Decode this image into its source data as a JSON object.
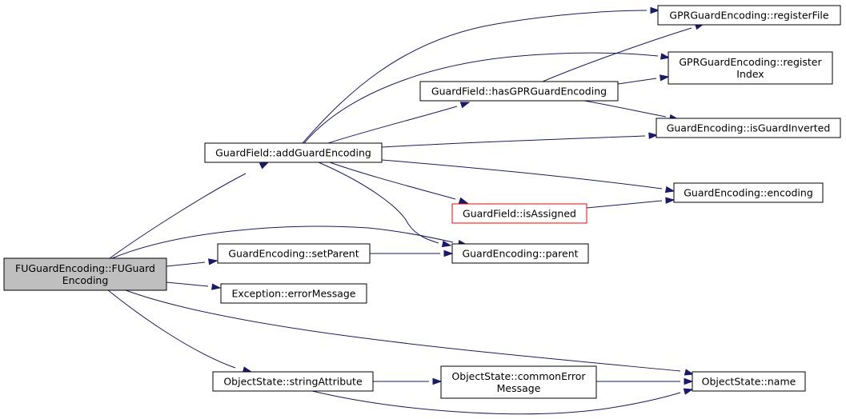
{
  "colors": {
    "edge": "#191970",
    "root_fill": "#bfbfbf",
    "node_border": "#000000",
    "alert_border": "#ff0000",
    "background": "#ffffff"
  },
  "nodes": {
    "root": {
      "lines": [
        "FUGuardEncoding::FUGuard",
        "Encoding"
      ]
    },
    "addGuardEncoding": {
      "lines": [
        "GuardField::addGuardEncoding"
      ]
    },
    "setParent": {
      "lines": [
        "GuardEncoding::setParent"
      ]
    },
    "errorMessage": {
      "lines": [
        "Exception::errorMessage"
      ]
    },
    "stringAttribute": {
      "lines": [
        "ObjectState::stringAttribute"
      ]
    },
    "hasGPRGuardEncoding": {
      "lines": [
        "GuardField::hasGPRGuardEncoding"
      ]
    },
    "isAssigned": {
      "lines": [
        "GuardField::isAssigned"
      ]
    },
    "parent": {
      "lines": [
        "GuardEncoding::parent"
      ]
    },
    "commonErrorMessage": {
      "lines": [
        "ObjectState::commonError",
        "Message"
      ]
    },
    "registerFile": {
      "lines": [
        "GPRGuardEncoding::registerFile"
      ]
    },
    "registerIndex": {
      "lines": [
        "GPRGuardEncoding::register",
        "Index"
      ]
    },
    "isGuardInverted": {
      "lines": [
        "GuardEncoding::isGuardInverted"
      ]
    },
    "encoding": {
      "lines": [
        "GuardEncoding::encoding"
      ]
    },
    "name": {
      "lines": [
        "ObjectState::name"
      ]
    }
  }
}
